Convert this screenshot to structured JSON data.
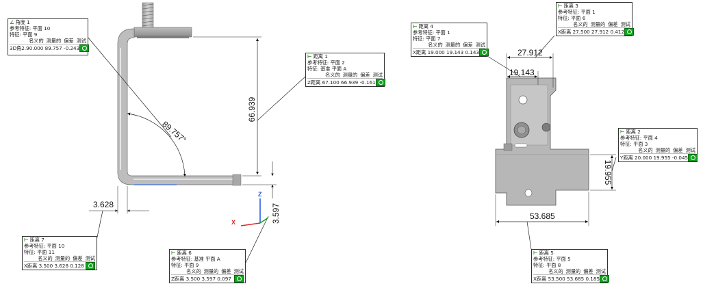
{
  "dimensions": {
    "left_height": "66.939",
    "left_angle": "89.757°",
    "left_thickness": "3.628",
    "left_offset": "3.597",
    "right_top_outer": "27.912",
    "right_top_inner": "19.143",
    "right_width": "53.685",
    "right_height": "19.955"
  },
  "axes": {
    "z": "Z",
    "x": "X"
  },
  "callouts": {
    "angle1": {
      "title": "角度 1",
      "ref": "参考特征: 平面 10",
      "feat": "特征: 平面 9",
      "header": [
        "名义的",
        "测量的",
        "偏差",
        "测试"
      ],
      "value": "3D角2.90.000 89.757 -0.243"
    },
    "dist1": {
      "title": "距离 1",
      "ref": "参考特征: 平面 2",
      "feat": "特征: 基准 平面 A",
      "header": [
        "名义的",
        "测量的",
        "偏差",
        "测试"
      ],
      "value": "Z距离 67.100 66.939 -0.161"
    },
    "dist7": {
      "title": "距离 7",
      "ref": "参考特征: 平面 10",
      "feat": "特征: 平面 11",
      "header": [
        "名义的",
        "测量的",
        "偏差",
        "测试"
      ],
      "value": "X距离 3.500 3.628 0.128"
    },
    "dist6": {
      "title": "距离 6",
      "ref": "参考特征: 基准 平面 A",
      "feat": "特征: 平面 9",
      "header": [
        "名义的",
        "测量的",
        "偏差",
        "测试"
      ],
      "value": "Z距离 3.500 3.597 0.097"
    },
    "dist4": {
      "title": "距离 4",
      "ref": "参考特征: 平面 1",
      "feat": "特征: 平面 7",
      "header": [
        "名义的",
        "测量的",
        "偏差",
        "测试"
      ],
      "value": "X距离 19.000 19.143 0.143"
    },
    "dist3": {
      "title": "距离 3",
      "ref": "参考特征: 平面 1",
      "feat": "特征: 平面 6",
      "header": [
        "名义的",
        "测量的",
        "偏差",
        "测试"
      ],
      "value": "X距离 27.500 27.912 0.412"
    },
    "dist2": {
      "title": "距离 2",
      "ref": "参考特征: 平面 4",
      "feat": "特征: 平面 3",
      "header": [
        "名义的",
        "测量的",
        "偏差",
        "测试"
      ],
      "value": "Y距离 20.000 19.955 -0.045"
    },
    "dist5": {
      "title": "距离 5",
      "ref": "参考特征: 平面 5",
      "feat": "特征: 平面 8",
      "header": [
        "名义的",
        "测量的",
        "偏差",
        "测试"
      ],
      "value": "X距离 53.500 53.685 0.185"
    }
  },
  "colors": {
    "pass": "#10a31e",
    "part": "#b4b4b4",
    "axis_z": "#1e50dc",
    "axis_x": "#dc2828",
    "axis_y": "#18a030"
  }
}
